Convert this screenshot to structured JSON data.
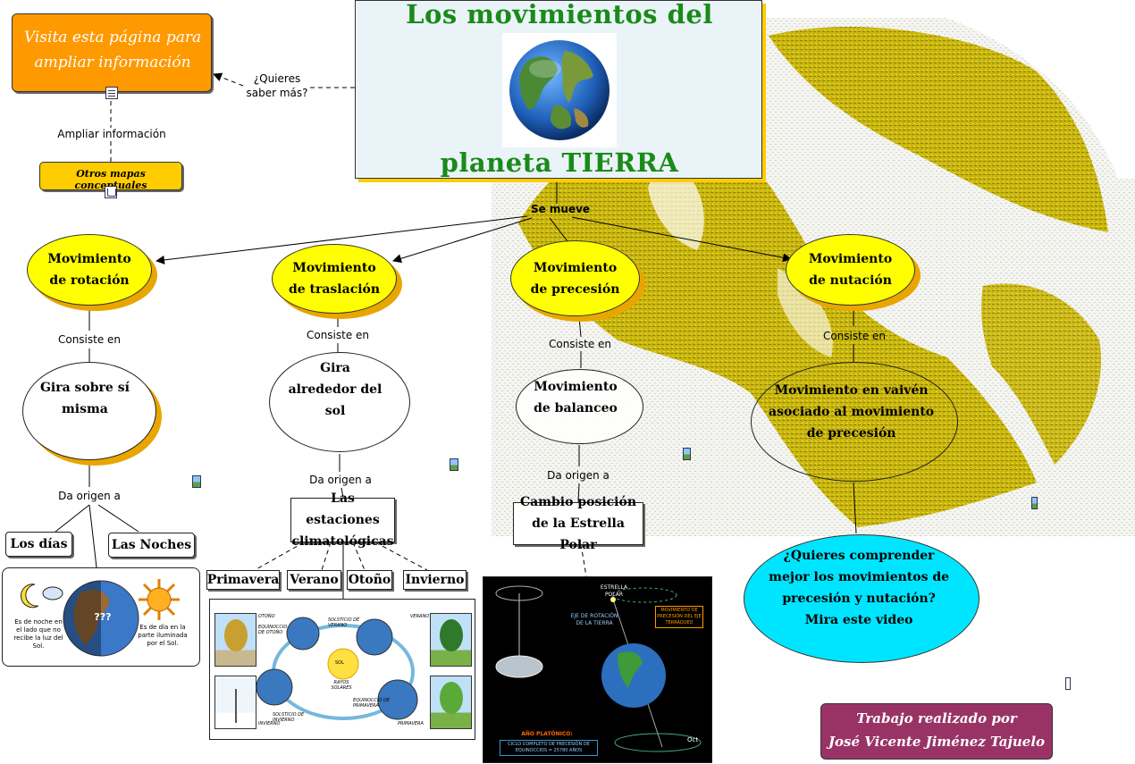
{
  "title": {
    "line1": "Los movimientos del",
    "line2": "planeta TIERRA"
  },
  "top_left": {
    "visit_page": "Visita esta página para ampliar información",
    "quieres_saber": "¿Quieres saber más?",
    "ampliar": "Ampliar información",
    "otros_mapas": "Otros mapas conceptuales"
  },
  "se_mueve": "Se mueve",
  "movements": {
    "rotacion": "Movimiento de rotación",
    "traslacion": "Movimiento de traslación",
    "precesion": "Movimiento de precesión",
    "nutacion": "Movimiento de nutación"
  },
  "links": {
    "consiste_en": "Consiste en",
    "da_origen_a": "Da origen a"
  },
  "details": {
    "gira_sobre": "Gira sobre sí misma",
    "gira_alrededor": "Gira alrededor del sol",
    "balanceo": "Movimiento de balanceo",
    "vaiven": "Movimiento en vaivén asociado al movimiento de precesión"
  },
  "results": {
    "dias": "Los días",
    "noches": "Las Noches",
    "estaciones": "Las estaciones climatológicas",
    "primavera": "Primavera",
    "verano": "Verano",
    "otono": "Otoño",
    "invierno": "Invierno",
    "estrella_polar": "Cambio posición de la Estrella Polar"
  },
  "images": {
    "day_night": {
      "night_text": "Es de noche en el lado que no recibe la luz del Sol.",
      "day_text": "Es de día en la parte iluminada por el Sol.",
      "q_marks": "???"
    },
    "seasons": {
      "otono": "OTOÑO",
      "verano": "VERANO",
      "invierno": "INVIERNO",
      "primavera": "PRIMAVERA",
      "sol": "SOL",
      "rayos": "RAYOS SOLARES",
      "eq_otono": "EQUINOCCIO DE OTOÑO",
      "sol_verano": "SOLSTICIO DE VERANO",
      "eq_primavera": "EQUINOCCIO DE PRIMAVERA",
      "sol_invierno": "SOLSTICIO DE INVIERNO"
    },
    "precession": {
      "estrella_polar": "ESTRELLA POLAR",
      "eje_rotacion": "EJE DE ROTACIÓN DE LA TIERRA",
      "mov_precesion": "MOVIMIENTO DE PRECESIÓN DEL EJE TERRÁQUEO",
      "ano_platonico": "AÑO PLATÓNICO:",
      "ciclo": "CICLO COMPLETO DE PRECESIÓN DE EQUINOCCIOS = 25780 AÑOS",
      "oct": "Oct"
    }
  },
  "video": "¿Quieres comprender mejor los movimientos de precesión y nutación? Mira este video",
  "credit": {
    "line1": "Trabajo realizado por",
    "line2": "José Vicente Jiménez Tajuelo"
  },
  "colors": {
    "yellow": "#ffff00",
    "orange": "#ff9900",
    "shadow": "#e9a600",
    "title_green": "#1a8a1a",
    "video_cyan": "#00e5ff",
    "credit_purple": "#993366",
    "globe_gold": "#c8b400"
  }
}
